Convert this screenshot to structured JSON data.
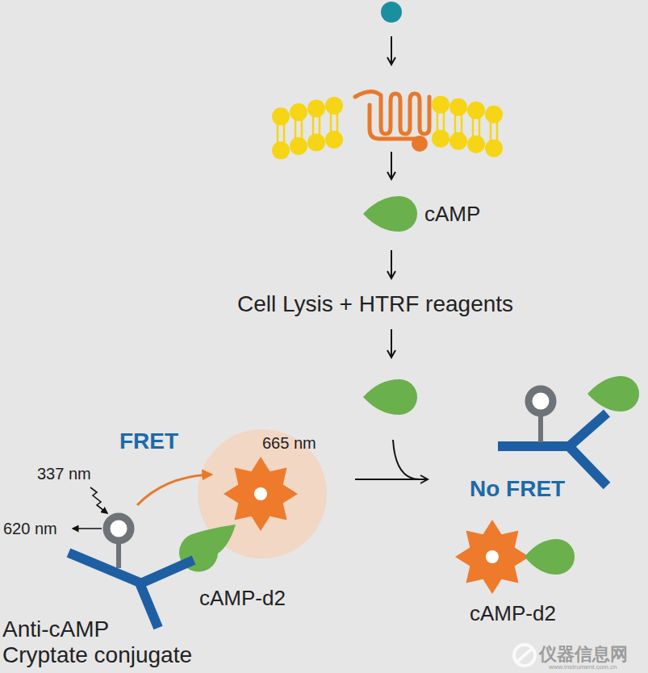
{
  "diagram": {
    "labels": [
      "cAMP",
      "Cell Lysis + HTRF reagents",
      "FRET",
      "665 nm",
      "337 nm",
      "620 nm",
      "No FRET",
      "cAMP-d2",
      "Anti-cAMP Cryptate conjugate",
      "cAMP-d2",
      "仪器信息网",
      "www.instrument.com.cn"
    ]
  }
}
